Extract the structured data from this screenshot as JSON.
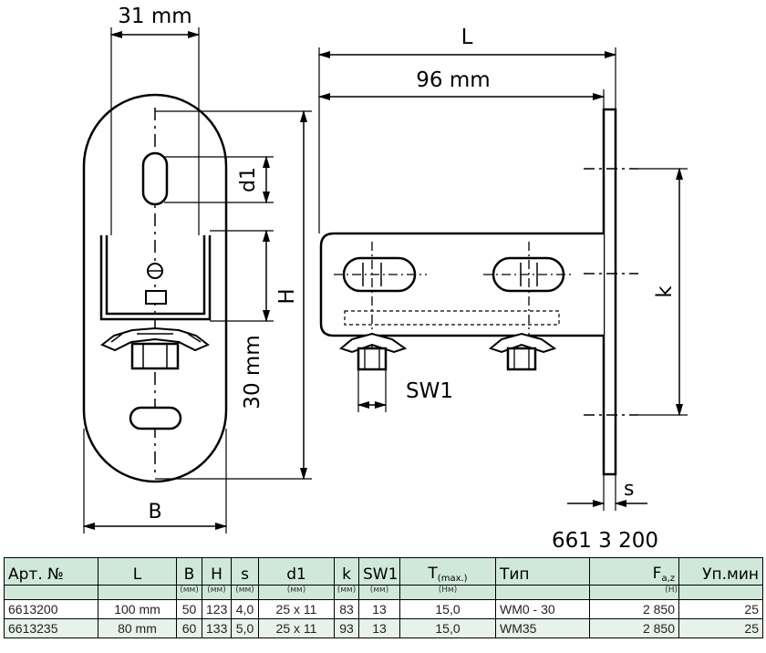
{
  "dimensions": {
    "width_31": "31 mm",
    "L": "L",
    "mm96": "96 mm",
    "d1": "d1",
    "H": "H",
    "k": "k",
    "mm30": "30 mm",
    "B": "B",
    "SW1": "SW1",
    "s": "s"
  },
  "article_caption": "661 3 200",
  "table": {
    "headers": {
      "art": "Арт. №",
      "L": "L",
      "B": "B",
      "H": "H",
      "s": "s",
      "d1": "d1",
      "k": "k",
      "SW1": "SW1",
      "T": "T",
      "T_sub": "(max.)",
      "type": "Тип",
      "F": "F",
      "F_sub": "a,z",
      "pack": "Уп.мин"
    },
    "units": {
      "B": "(мм)",
      "H": "(мм)",
      "s": "(мм)",
      "d1": "(мм)",
      "k": "(мм)",
      "SW1": "(мм)",
      "T": "(Нм)",
      "F": "(Н)"
    },
    "rows": [
      {
        "art": "6613200",
        "L": "100 mm",
        "B": "50",
        "H": "123",
        "s": "4,0",
        "d1": "25 x 11",
        "k": "83",
        "SW1": "13",
        "T": "15,0",
        "type": "WM0 - 30",
        "F": "2 850",
        "pack": "25"
      },
      {
        "art": "6613235",
        "L": "80 mm",
        "B": "60",
        "H": "133",
        "s": "5,0",
        "d1": "25 x 11",
        "k": "93",
        "SW1": "13",
        "T": "15,0",
        "type": "WM35",
        "F": "2 850",
        "pack": "25"
      }
    ]
  }
}
